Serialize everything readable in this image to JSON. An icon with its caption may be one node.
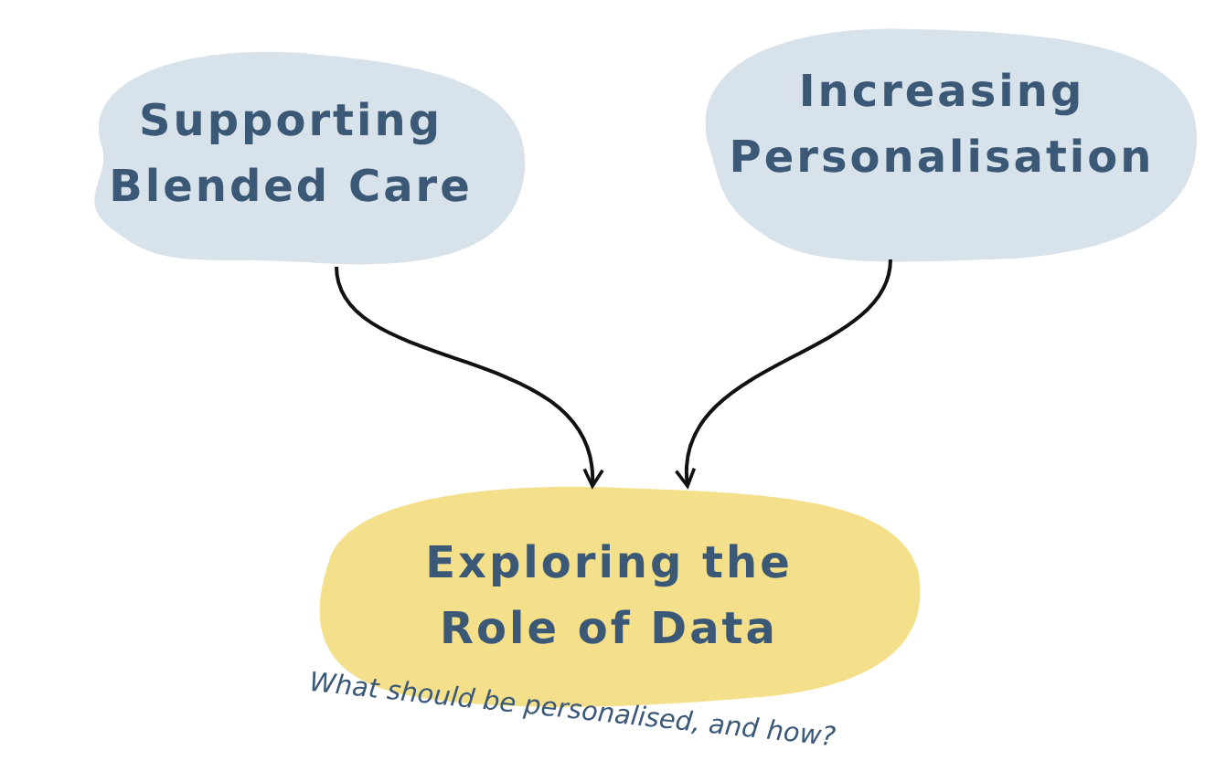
{
  "diagram": {
    "nodes": [
      {
        "text": [
          "Supporting Blended Care"
        ]
      },
      {
        "text": [
          "Increasing Personalisation"
        ]
      },
      {
        "text": [
          "Exploring the Role of Data"
        ],
        "beside": [
          "What should be personalised, and how?"
        ]
      }
    ],
    "edges": [
      {
        "from": 0,
        "to": 2,
        "arrow": "to"
      },
      {
        "from": 1,
        "to": 2,
        "arrow": "to"
      }
    ]
  }
}
